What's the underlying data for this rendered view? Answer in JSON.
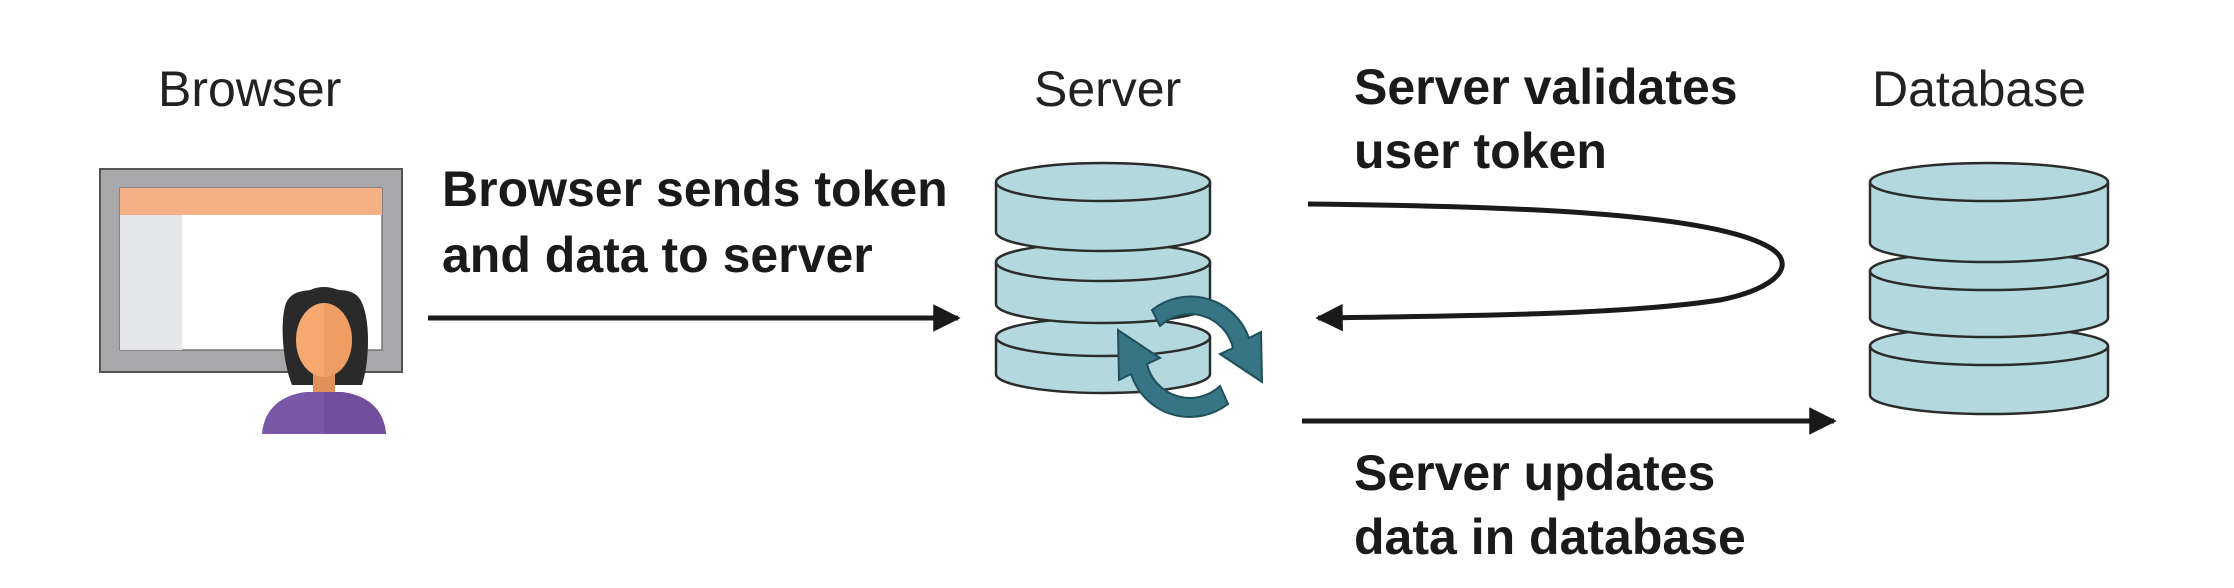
{
  "nodes": {
    "browser": {
      "label": "Browser"
    },
    "server": {
      "label": "Server"
    },
    "database": {
      "label": "Database"
    }
  },
  "steps": {
    "send": {
      "line1": "Browser sends token",
      "line2": "and data to server"
    },
    "validate": {
      "line1": "Server validates",
      "line2": "user token"
    },
    "update": {
      "line1": "Server updates",
      "line2": "data in database"
    }
  },
  "colors": {
    "cylinder_fill": "#b3d9de",
    "cylinder_stroke": "#2b2b2b",
    "sync_icon": "#377585",
    "browser_frame": "#a8a8aa",
    "browser_titlebar": "#f5b185",
    "browser_sidebar": "#e6e7e9",
    "person_skin": "#f5a86f",
    "person_hair": "#2a2a2a",
    "person_shirt": "#7a58a8",
    "arrow": "#1a1a1a"
  }
}
